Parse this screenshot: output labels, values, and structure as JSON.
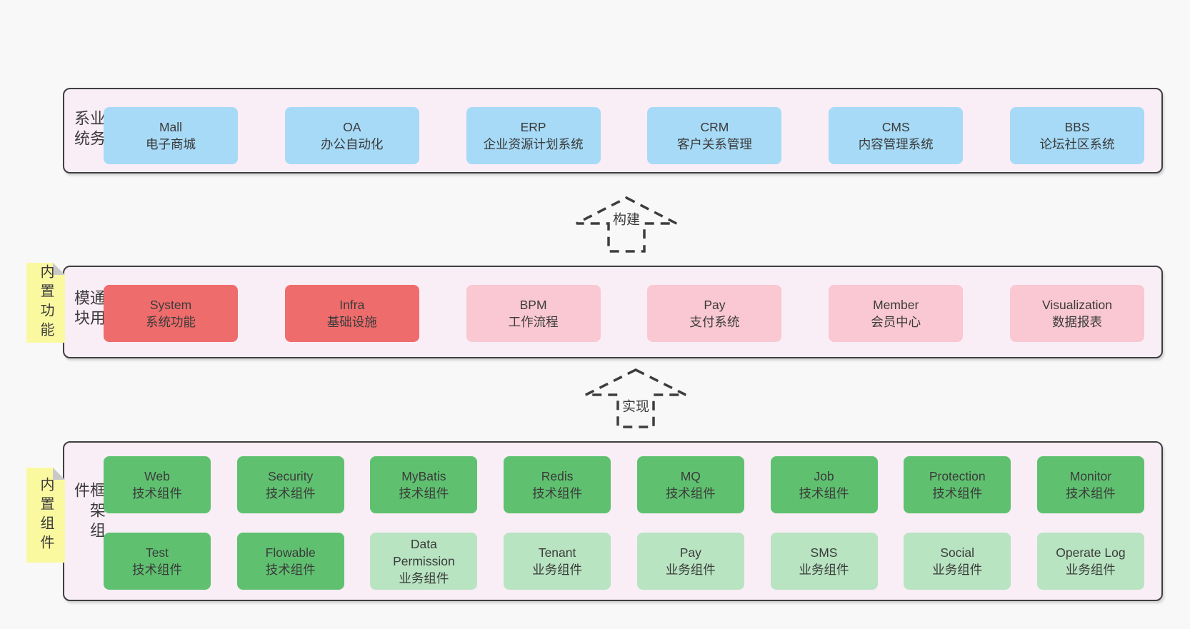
{
  "colors": {
    "page": "#f8f8f8",
    "sectionBg": "#f9edf6",
    "border": "#3f3f3f",
    "text": "#3b3b3b",
    "blue": "#a7daf6",
    "red": "#ef6c6c",
    "pink": "#f9c8d2",
    "green": "#5fc170",
    "lightgreen": "#b8e4c1",
    "yellow": "#fbf9a0",
    "fold": "#c9c9c9"
  },
  "sections": [
    {
      "id": "business",
      "label": "业务系统",
      "rows": [
        [
          {
            "name": "Mall",
            "subtitle": "电子商城",
            "type": "blue"
          },
          {
            "name": "OA",
            "subtitle": "办公自动化",
            "type": "blue"
          },
          {
            "name": "ERP",
            "subtitle": "企业资源计划系统",
            "type": "blue"
          },
          {
            "name": "CRM",
            "subtitle": "客户关系管理",
            "type": "blue"
          },
          {
            "name": "CMS",
            "subtitle": "内容管理系统",
            "type": "blue"
          },
          {
            "name": "BBS",
            "subtitle": "论坛社区系统",
            "type": "blue"
          }
        ]
      ]
    },
    {
      "id": "modules",
      "label": "通用模块",
      "rows": [
        [
          {
            "name": "System",
            "subtitle": "系统功能",
            "type": "red"
          },
          {
            "name": "Infra",
            "subtitle": "基础设施",
            "type": "red"
          },
          {
            "name": "BPM",
            "subtitle": "工作流程",
            "type": "pink"
          },
          {
            "name": "Pay",
            "subtitle": "支付系统",
            "type": "pink"
          },
          {
            "name": "Member",
            "subtitle": "会员中心",
            "type": "pink"
          },
          {
            "name": "Visualization",
            "subtitle": "数据报表",
            "type": "pink"
          }
        ]
      ]
    },
    {
      "id": "components",
      "label": "框架组件",
      "rows": [
        [
          {
            "name": "Web",
            "subtitle": "技术组件",
            "type": "green"
          },
          {
            "name": "Security",
            "subtitle": "技术组件",
            "type": "green"
          },
          {
            "name": "MyBatis",
            "subtitle": "技术组件",
            "type": "green"
          },
          {
            "name": "Redis",
            "subtitle": "技术组件",
            "type": "green"
          },
          {
            "name": "MQ",
            "subtitle": "技术组件",
            "type": "green"
          },
          {
            "name": "Job",
            "subtitle": "技术组件",
            "type": "green"
          },
          {
            "name": "Protection",
            "subtitle": "技术组件",
            "type": "green"
          },
          {
            "name": "Monitor",
            "subtitle": "技术组件",
            "type": "green"
          }
        ],
        [
          {
            "name": "Test",
            "subtitle": "技术组件",
            "type": "green"
          },
          {
            "name": "Flowable",
            "subtitle": "技术组件",
            "type": "green"
          },
          {
            "name": "Data Permission",
            "subtitle": "业务组件",
            "type": "lightgreen"
          },
          {
            "name": "Tenant",
            "subtitle": "业务组件",
            "type": "lightgreen"
          },
          {
            "name": "Pay",
            "subtitle": "业务组件",
            "type": "lightgreen"
          },
          {
            "name": "SMS",
            "subtitle": "业务组件",
            "type": "lightgreen"
          },
          {
            "name": "Social",
            "subtitle": "业务组件",
            "type": "lightgreen"
          },
          {
            "name": "Operate Log",
            "subtitle": "业务组件",
            "type": "lightgreen"
          }
        ]
      ]
    }
  ],
  "notes": [
    {
      "text": "内置功能"
    },
    {
      "text": "内置组件"
    }
  ],
  "arrows": [
    {
      "label": "构建"
    },
    {
      "label": "实现"
    }
  ]
}
